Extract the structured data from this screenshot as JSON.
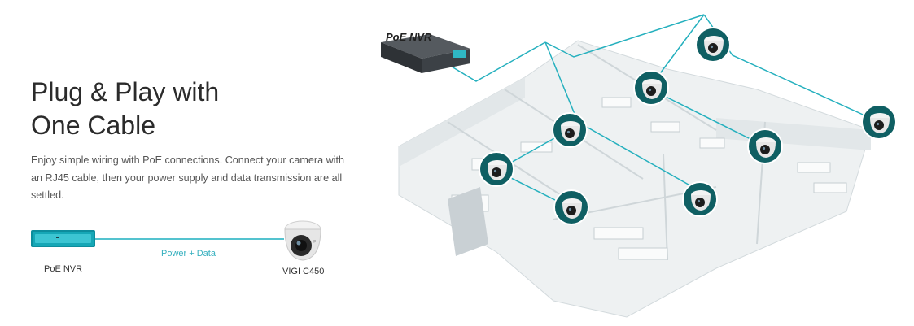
{
  "heading": {
    "line1": "Plug & Play with",
    "line2": "One Cable"
  },
  "description": "Enjoy simple wiring with PoE connections. Connect your camera with an RJ45 cable, then your power supply and data transmission are all settled.",
  "legend": {
    "nvr_label": "PoE NVR",
    "cable_label": "Power + Data",
    "camera_label": "VIGI C450"
  },
  "diagram": {
    "nvr_title": "PoE NVR",
    "camera_icon": "dome-camera-icon",
    "accent_color": "#20a7b5"
  }
}
